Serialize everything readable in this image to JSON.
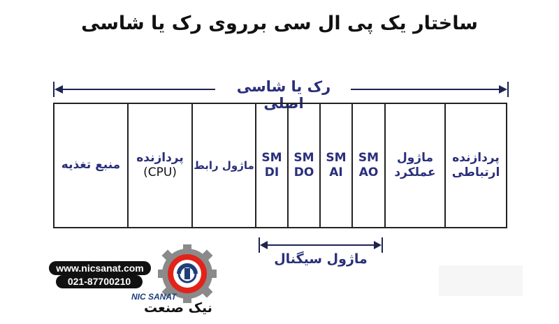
{
  "title": "ساختار یک پی ال سی برروی رک یا شاسی",
  "rack_label": "رک یا شاسی اصلی",
  "slots": [
    {
      "label": "منبع تغذیه",
      "sub": ""
    },
    {
      "label": "پردازنده",
      "sub": "(CPU)"
    },
    {
      "label": "ماژول رابط",
      "sub": ""
    },
    {
      "label": "SM",
      "sub": "DI"
    },
    {
      "label": "SM",
      "sub": "DO"
    },
    {
      "label": "SM",
      "sub": "AI"
    },
    {
      "label": "SM",
      "sub": "AO"
    },
    {
      "label": "ماژول",
      "sub": "عملکرد"
    },
    {
      "label": "پردازنده",
      "sub": "ارتباطی"
    }
  ],
  "signal_label": "ماژول سیگنال",
  "branding": {
    "website": "www.nicsanat.com",
    "phone": "021-87700210",
    "name_en": "NIC SANAT",
    "name_fa": "نیک صنعت"
  },
  "colors": {
    "label_blue": "#2a2f7a",
    "line": "#1f2452",
    "logo_red": "#e2231a",
    "logo_blue": "#1f3e7a",
    "gear": "#8a8a8a"
  }
}
